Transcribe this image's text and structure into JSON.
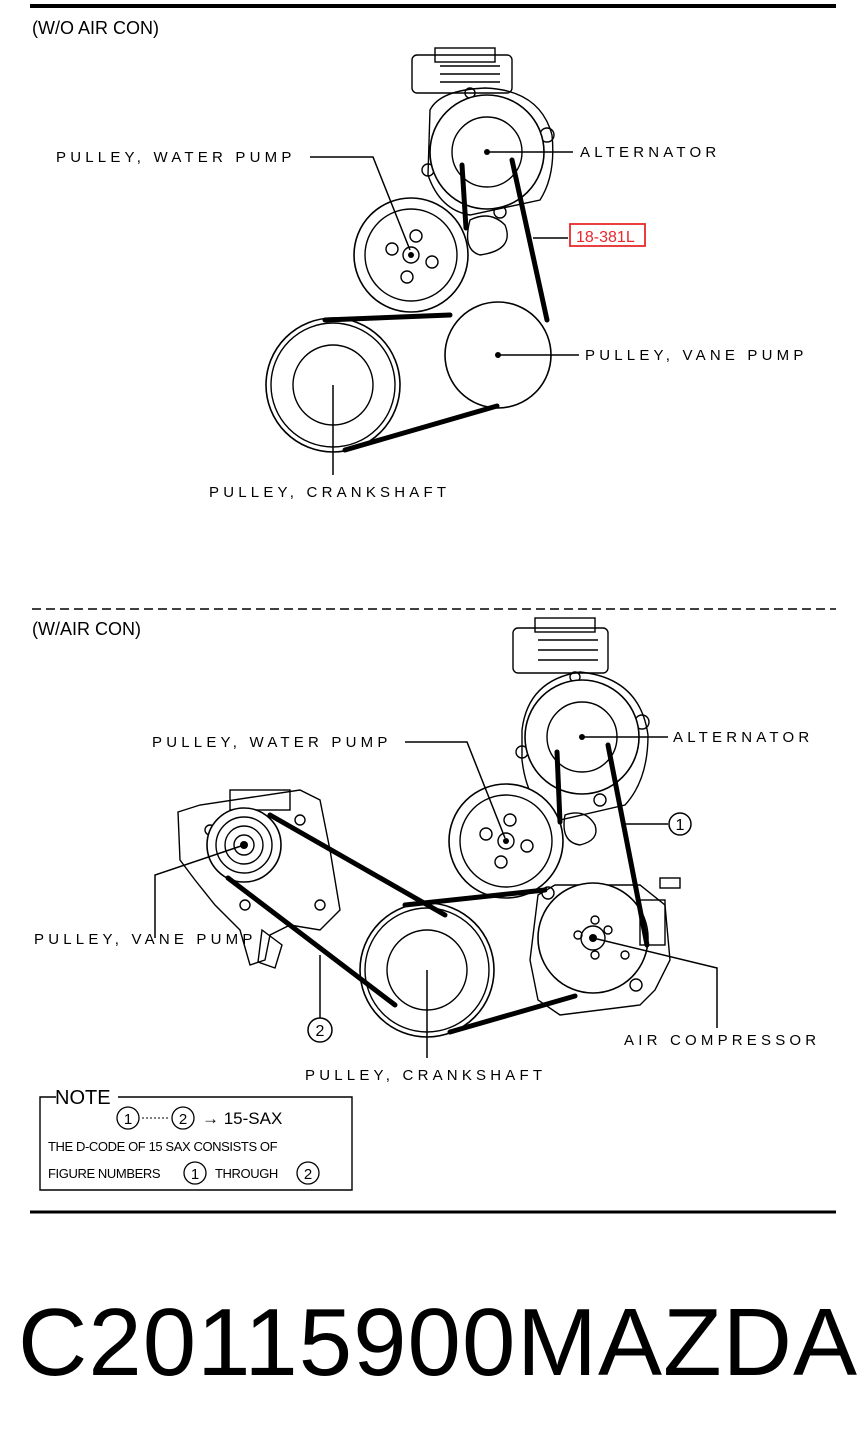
{
  "section_without_ac": {
    "title": "(W/O AIR CON)",
    "labels": {
      "water_pump": "PULLEY, WATER  PUMP",
      "alternator": "ALTERNATOR",
      "vane_pump": "PULLEY, VANE  PUMP",
      "crankshaft": "PULLEY, CRANKSHAFT"
    },
    "belt_code": "18-381L",
    "belt_code_color": "#e8282c"
  },
  "section_with_ac": {
    "title": "(W/AIR CON)",
    "labels": {
      "water_pump": "PULLEY, WATER  PUMP",
      "alternator": "ALTERNATOR",
      "vane_pump": "PULLEY, VANE  PUMP",
      "crankshaft": "PULLEY, CRANKSHAFT",
      "air_compressor": "AIR  COMPRESSOR"
    },
    "callout_1": "1",
    "callout_2": "2"
  },
  "note": {
    "heading": "NOTE",
    "sequence_arrow": "→ 15-SAX",
    "line1": "THE D-CODE OF   15 SAX   CONSISTS OF",
    "line2_prefix": "FIGURE NUMBERS",
    "line2_middle": "THROUGH",
    "num_1": "1",
    "num_2": "2"
  },
  "footer": {
    "part_number": "C20115900",
    "brand": "MAZDA"
  }
}
